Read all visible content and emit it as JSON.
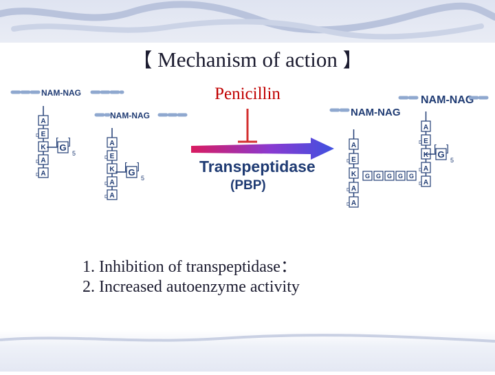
{
  "slide": {
    "title_open": "【",
    "title": "Mechanism of action",
    "title_close": "】"
  },
  "diagram": {
    "drug": "Penicillin",
    "enzyme": "Transpeptidase",
    "enzyme_abbr": "(PBP)",
    "glycan_label": "NAM-NAG",
    "peptide_residues": [
      "A",
      "E",
      "K",
      "A",
      "A"
    ],
    "d_prefix": "D",
    "bridge_residue": "G",
    "bridge_count": "5",
    "colors": {
      "drug": "#c00000",
      "arrow_start": "#d81b60",
      "arrow_end": "#3f51e0",
      "inhibition": "#d32f2f",
      "glycan_chain": "#8fa8cf",
      "label": "#1f3b73"
    }
  },
  "mechanisms": [
    "1. Inhibition of transpeptidase：",
    "2. Increased autoenzyme activity"
  ]
}
